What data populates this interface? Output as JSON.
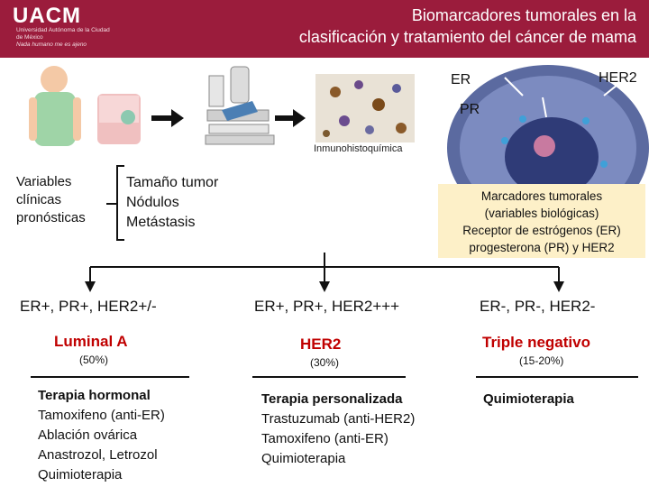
{
  "header": {
    "logo": "UACM",
    "logo_subtitle": "Universidad Autónoma de la Ciudad de México",
    "logo_motto": "Nada humano me es ajeno",
    "title_line1": "Biomarcadores tumorales en la",
    "title_line2": "clasificación y tratamiento del cáncer de mama"
  },
  "diagram": {
    "ihc_label": "Inmunohistoquímica",
    "receptors": {
      "er": "ER",
      "her2": "HER2",
      "pr": "PR"
    },
    "clinical": {
      "label_lines": [
        "Variables",
        "clínicas",
        "pronósticas"
      ],
      "items": [
        "Tamaño tumor",
        "Nódulos",
        "Metástasis"
      ]
    },
    "markers": {
      "line1": "Marcadores tumorales",
      "line2": "(variables biológicas)",
      "line3": "Receptor de estrógenos (ER)",
      "line4": "progesterona (PR) y HER2"
    },
    "branches": [
      {
        "profile": "ER+, PR+, HER2+/-",
        "subtype": "Luminal A",
        "percent": "(50%)",
        "therapy": [
          "Terapia hormonal",
          "Tamoxifeno (anti-ER)",
          "Ablación ovárica",
          "Anastrozol, Letrozol",
          "Quimioterapia"
        ]
      },
      {
        "profile": "ER+, PR+, HER2+++",
        "subtype": "HER2",
        "percent": "(30%)",
        "therapy": [
          "Terapia personalizada",
          "Trastuzumab (anti-HER2)",
          "Tamoxifeno (anti-ER)",
          "Quimioterapia"
        ]
      },
      {
        "profile": "ER-, PR-, HER2-",
        "subtype": "Triple negativo",
        "percent": "(15-20%)",
        "therapy": [
          "Quimioterapia"
        ]
      }
    ]
  },
  "colors": {
    "header": "#9b1c3c",
    "subtype_red": "#c00000",
    "markers_bg": "#fdf0c8"
  }
}
